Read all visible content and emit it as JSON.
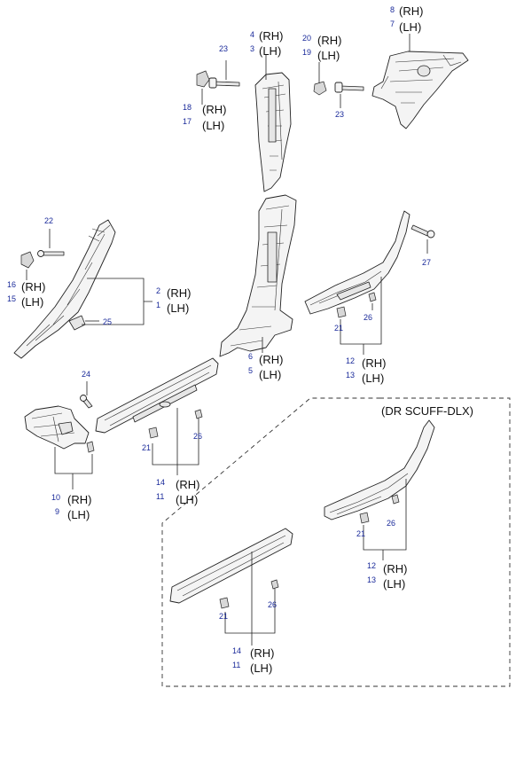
{
  "colors": {
    "callout_number": "#1a2a9a",
    "text": "#111111",
    "line": "#222222"
  },
  "deluxe_box": {
    "title": "(DR SCUFF-DLX)"
  },
  "callouts": [
    {
      "id": "c8",
      "text": "8"
    },
    {
      "id": "c7",
      "text": "7"
    },
    {
      "id": "c8rh",
      "text": "(RH)"
    },
    {
      "id": "c7lh",
      "text": "(LH)"
    },
    {
      "id": "c4",
      "text": "4"
    },
    {
      "id": "c3",
      "text": "3"
    },
    {
      "id": "c4rh",
      "text": "(RH)"
    },
    {
      "id": "c3lh",
      "text": "(LH)"
    },
    {
      "id": "c20",
      "text": "20"
    },
    {
      "id": "c19",
      "text": "19"
    },
    {
      "id": "c20rh",
      "text": "(RH)"
    },
    {
      "id": "c19lh",
      "text": "(LH)"
    },
    {
      "id": "c23a",
      "text": "23"
    },
    {
      "id": "c23b",
      "text": "23"
    },
    {
      "id": "c18",
      "text": "18"
    },
    {
      "id": "c17",
      "text": "17"
    },
    {
      "id": "c18rh",
      "text": "(RH)"
    },
    {
      "id": "c17lh",
      "text": "(LH)"
    },
    {
      "id": "c22",
      "text": "22"
    },
    {
      "id": "c16",
      "text": "16"
    },
    {
      "id": "c15",
      "text": "15"
    },
    {
      "id": "c16rh",
      "text": "(RH)"
    },
    {
      "id": "c15lh",
      "text": "(LH)"
    },
    {
      "id": "c2",
      "text": "2"
    },
    {
      "id": "c1",
      "text": "1"
    },
    {
      "id": "c2rh",
      "text": "(RH)"
    },
    {
      "id": "c1lh",
      "text": "(LH)"
    },
    {
      "id": "c25",
      "text": "25"
    },
    {
      "id": "c6",
      "text": "6"
    },
    {
      "id": "c5",
      "text": "5"
    },
    {
      "id": "c6rh",
      "text": "(RH)"
    },
    {
      "id": "c5lh",
      "text": "(LH)"
    },
    {
      "id": "c27",
      "text": "27"
    },
    {
      "id": "c26a",
      "text": "26"
    },
    {
      "id": "c21a",
      "text": "21"
    },
    {
      "id": "c12a",
      "text": "12"
    },
    {
      "id": "c13a",
      "text": "13"
    },
    {
      "id": "c12arh",
      "text": "(RH)"
    },
    {
      "id": "c13alh",
      "text": "(LH)"
    },
    {
      "id": "c24",
      "text": "24"
    },
    {
      "id": "c26b",
      "text": "26"
    },
    {
      "id": "c21b",
      "text": "21"
    },
    {
      "id": "c14a",
      "text": "14"
    },
    {
      "id": "c11a",
      "text": "11"
    },
    {
      "id": "c14arh",
      "text": "(RH)"
    },
    {
      "id": "c11alh",
      "text": "(LH)"
    },
    {
      "id": "c10",
      "text": "10"
    },
    {
      "id": "c9",
      "text": "9"
    },
    {
      "id": "c10rh",
      "text": "(RH)"
    },
    {
      "id": "c9lh",
      "text": "(LH)"
    },
    {
      "id": "c26c",
      "text": "26"
    },
    {
      "id": "c21c",
      "text": "21"
    },
    {
      "id": "c12b",
      "text": "12"
    },
    {
      "id": "c13b",
      "text": "13"
    },
    {
      "id": "c12brh",
      "text": "(RH)"
    },
    {
      "id": "c13blh",
      "text": "(LH)"
    },
    {
      "id": "c26d",
      "text": "26"
    },
    {
      "id": "c21d",
      "text": "21"
    },
    {
      "id": "c14b",
      "text": "14"
    },
    {
      "id": "c11b",
      "text": "11"
    },
    {
      "id": "c14brh",
      "text": "(RH)"
    },
    {
      "id": "c11blh",
      "text": "(LH)"
    }
  ]
}
